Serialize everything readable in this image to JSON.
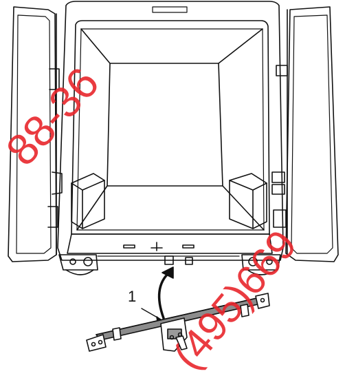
{
  "figure": {
    "callout_number": "1"
  },
  "watermark": {
    "left_fragment": "88-36",
    "right_fragment": "(495)669",
    "color": "#e8262c"
  }
}
